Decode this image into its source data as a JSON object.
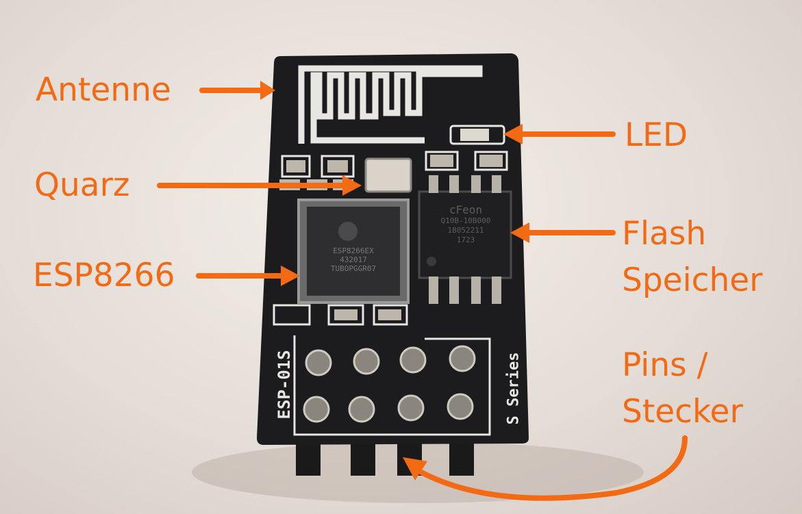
{
  "labels": {
    "antenna": "Antenne",
    "quartz": "Quarz",
    "esp": "ESP8266",
    "led": "LED",
    "flash_line1": "Flash",
    "flash_line2": "Speicher",
    "pins_line1": "Pins /",
    "pins_line2": "Stecker"
  },
  "board": {
    "model_print": "ESP-01S",
    "series_print": "S Series",
    "chip_print_line1": "ESP8266EX",
    "chip_print_line2": "432017",
    "chip_print_line3": "TUBOPGGR07",
    "flash_print_line1": "cFeon",
    "flash_print_line2": "Q10B-10B000",
    "flash_print_line3": "1B052211",
    "flash_print_line4": "1723"
  },
  "colors": {
    "annotation": "#f26a14",
    "pcb": "#1c1c1e",
    "silkscreen": "#e8e6e2",
    "pad_gold": "#c9c4b8"
  }
}
